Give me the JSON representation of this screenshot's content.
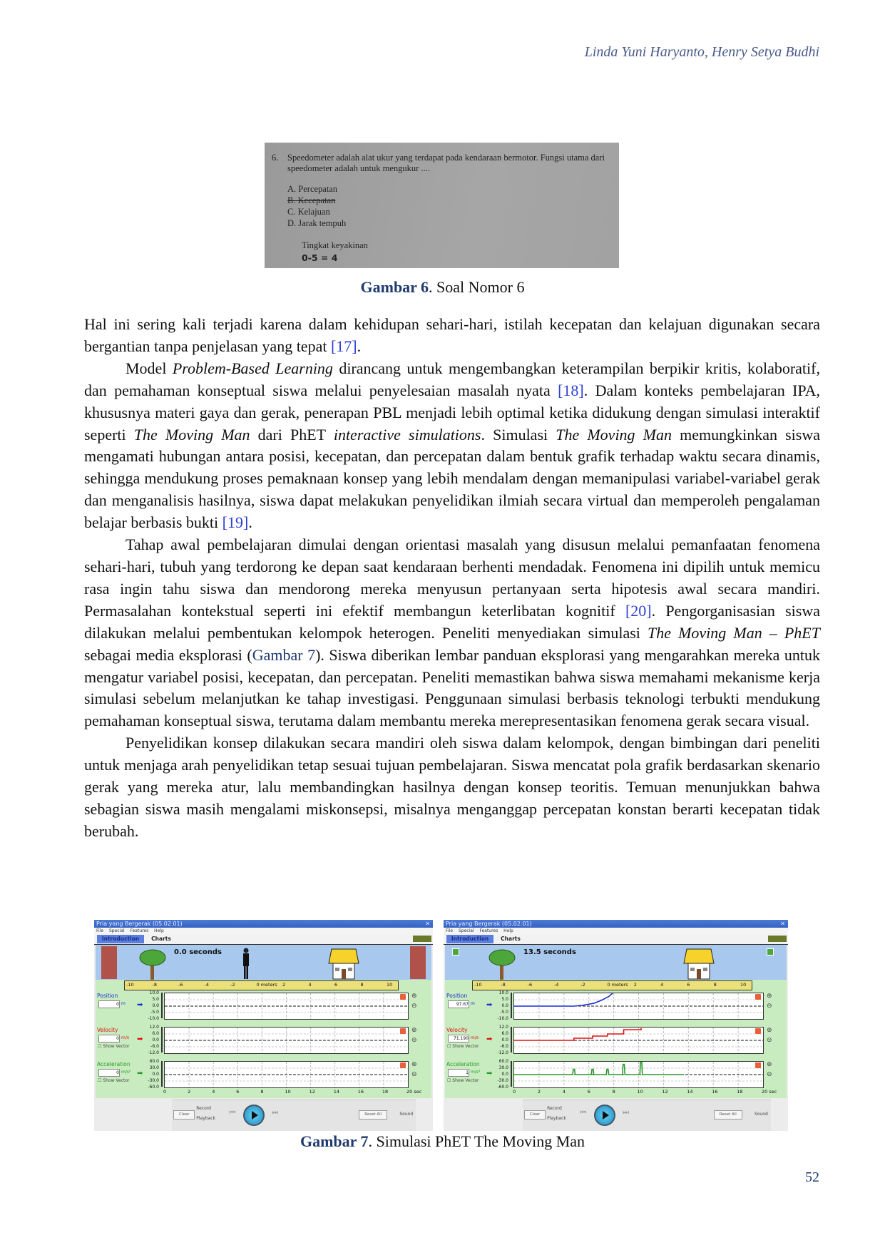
{
  "running_head": "Linda Yuni Haryanto, Henry Setya Budhi",
  "figure6": {
    "question_number": "6.",
    "question": "Speedometer adalah alat ukur yang terdapat pada kendaraan bermotor. Fungsi utama dari speedometer adalah untuk mengukur ....",
    "options": [
      "A.  Percepatan",
      "B.  Kecepatan",
      "C.  Kelajuan",
      "D.  Jarak tempuh"
    ],
    "confidence_label": "Tingkat keyakinan",
    "confidence_handwritten": "0-5 = 4",
    "caption_label": "Gambar 6",
    "caption_text": ". Soal Nomor 6"
  },
  "paragraphs": [
    {
      "indent": false,
      "segments": [
        {
          "t": "Hal ini sering kali terjadi karena dalam kehidupan sehari-hari, istilah kecepatan dan kelajuan digunakan secara bergantian tanpa penjelasan yang tepat "
        },
        {
          "t": "[17]",
          "s": "cite"
        },
        {
          "t": "."
        }
      ]
    },
    {
      "indent": true,
      "segments": [
        {
          "t": "Model "
        },
        {
          "t": "Problem-Based Learning",
          "s": "i"
        },
        {
          "t": " dirancang untuk mengembangkan keterampilan berpikir kritis, kolaboratif, dan pemahaman konseptual siswa melalui penyelesaian masalah nyata "
        },
        {
          "t": "[18]",
          "s": "cite"
        },
        {
          "t": ". Dalam konteks pembelajaran IPA, khususnya materi gaya dan gerak, penerapan PBL menjadi lebih optimal ketika didukung dengan simulasi interaktif seperti "
        },
        {
          "t": "The Moving Man",
          "s": "i"
        },
        {
          "t": " dari PhET "
        },
        {
          "t": "interactive simulations",
          "s": "i"
        },
        {
          "t": ". Simulasi "
        },
        {
          "t": "The Moving Man",
          "s": "i"
        },
        {
          "t": " memungkinkan siswa mengamati hubungan antara posisi, kecepatan, dan percepatan dalam bentuk grafik terhadap waktu secara dinamis, sehingga mendukung proses pemaknaan konsep yang lebih mendalam dengan memanipulasi variabel-variabel gerak dan menganalisis hasilnya, siswa dapat melakukan penyelidikan ilmiah secara virtual dan memperoleh pengalaman belajar berbasis bukti "
        },
        {
          "t": "[19]",
          "s": "cite"
        },
        {
          "t": "."
        }
      ]
    },
    {
      "indent": true,
      "segments": [
        {
          "t": "Tahap awal pembelajaran dimulai dengan orientasi masalah yang disusun melalui pemanfaatan fenomena sehari-hari, tubuh yang terdorong ke depan saat kendaraan berhenti mendadak. Fenomena ini dipilih untuk memicu rasa ingin tahu siswa dan mendorong mereka menyusun pertanyaan serta hipotesis awal secara mandiri. Permasalahan kontekstual seperti ini efektif membangun keterlibatan kognitif "
        },
        {
          "t": "[20]",
          "s": "cite"
        },
        {
          "t": ". Pengorganisasian siswa dilakukan melalui pembentukan kelompok heterogen. Peneliti menyediakan simulasi "
        },
        {
          "t": "The Moving Man – PhET",
          "s": "i"
        },
        {
          "t": " sebagai media eksplorasi ("
        },
        {
          "t": "Gambar 7",
          "s": "figref"
        },
        {
          "t": "). Siswa diberikan lembar panduan eksplorasi yang mengarahkan mereka untuk mengatur variabel posisi, kecepatan, dan percepatan. Peneliti memastikan bahwa siswa memahami mekanisme kerja simulasi sebelum melanjutkan ke tahap investigasi. Penggunaan simulasi berbasis teknologi terbukti mendukung pemahaman konseptual siswa, terutama dalam membantu mereka merepresentasikan fenomena gerak secara visual."
        }
      ]
    },
    {
      "indent": true,
      "segments": [
        {
          "t": "Penyelidikan konsep dilakukan secara mandiri oleh siswa dalam kelompok, dengan bimbingan dari peneliti untuk menjaga arah penyelidikan tetap sesuai tujuan pembelajaran. Siswa mencatat pola grafik berdasarkan skenario gerak yang mereka atur, lalu membandingkan hasilnya dengan konsep teoritis. Temuan menunjukkan bahwa sebagian siswa masih mengalami miskonsepsi, misalnya menganggap percepatan konstan berarti kecepatan tidak berubah."
        }
      ]
    }
  ],
  "figure7": {
    "caption_label": "Gambar 7",
    "caption_text": ". Simulasi PhET  The Moving Man",
    "sims": [
      {
        "window_title": "Pria yang Bergerak (05.02.01)",
        "menu": "File  Special Features  Help",
        "tabs": [
          "Introduction",
          "Charts"
        ],
        "time_readout": "0.0 seconds",
        "ruler_ticks": [
          "-10",
          "-8",
          "-6",
          "-4",
          "-2",
          "0 meters",
          "2",
          "4",
          "6",
          "8",
          "10"
        ],
        "graphs": [
          {
            "label": "Position",
            "value": "0",
            "unit": "m",
            "color": "#1a2fd0",
            "yticks": [
              "10.0",
              "5.0",
              "0.0",
              "-5.0",
              "-10.0"
            ],
            "ylim": [
              -10,
              10
            ],
            "show_vector": false,
            "data": []
          },
          {
            "label": "Velocity",
            "value": "0",
            "unit": "m/s",
            "color": "#e01010",
            "yticks": [
              "12.0",
              "6.0",
              "0.0",
              "-6.0",
              "-12.0"
            ],
            "ylim": [
              -12,
              12
            ],
            "show_vector": true,
            "data": []
          },
          {
            "label": "Acceleration",
            "value": "0",
            "unit": "m/s²",
            "color": "#2a9a2a",
            "yticks": [
              "60.0",
              "30.0",
              "0.0",
              "-30.0",
              "-60.0"
            ],
            "ylim": [
              -60,
              60
            ],
            "show_vector": true,
            "data": []
          }
        ],
        "time_ticks": [
          "0",
          "2",
          "4",
          "6",
          "8",
          "10",
          "12",
          "14",
          "16",
          "18",
          "20 sec"
        ],
        "show_vector_label": "Show Vector",
        "clear": "Clear",
        "record": "Record",
        "playback": "Playback",
        "reset_all": "Reset All",
        "sound": "Sound"
      },
      {
        "window_title": "Pria yang Bergerak (05.02.01)",
        "menu": "File  Special Features  Help",
        "tabs": [
          "Introduction",
          "Charts"
        ],
        "time_readout": "13.5 seconds",
        "ruler_ticks": [
          "-10",
          "-8",
          "-6",
          "-4",
          "-2",
          "0 meters",
          "2",
          "4",
          "6",
          "8",
          "10"
        ],
        "graphs": [
          {
            "label": "Position",
            "value": "97.67",
            "unit": "m",
            "color": "#1a2fd0",
            "yticks": [
              "10.0",
              "5.0",
              "0.0",
              "-5.0",
              "-10.0"
            ],
            "ylim": [
              -10,
              10
            ],
            "show_vector": false,
            "data": [
              [
                0,
                0
              ],
              [
                4.8,
                0
              ],
              [
                5.5,
                0.7
              ],
              [
                6.4,
                2.2
              ],
              [
                7.0,
                4.5
              ],
              [
                7.6,
                7.5
              ],
              [
                7.9,
                10
              ]
            ]
          },
          {
            "label": "Velocity",
            "value": "71.190",
            "unit": "m/s",
            "color": "#e01010",
            "yticks": [
              "12.0",
              "6.0",
              "0.0",
              "-6.0",
              "-12.0"
            ],
            "ylim": [
              -12,
              12
            ],
            "show_vector": true,
            "data": [
              [
                0,
                0
              ],
              [
                4.8,
                0
              ],
              [
                4.8,
                2
              ],
              [
                6.3,
                2
              ],
              [
                6.3,
                4
              ],
              [
                7.5,
                4
              ],
              [
                7.5,
                6
              ],
              [
                8.8,
                6
              ],
              [
                8.8,
                10
              ],
              [
                10.2,
                10
              ],
              [
                10.2,
                11.5
              ]
            ]
          },
          {
            "label": "Acceleration",
            "value": "1",
            "unit": "m/s²",
            "color": "#2a9a2a",
            "yticks": [
              "60.0",
              "30.0",
              "0.0",
              "-30.0",
              "-60.0"
            ],
            "ylim": [
              -60,
              60
            ],
            "show_vector": true,
            "data": [
              [
                0,
                0
              ],
              [
                4.7,
                0
              ],
              [
                4.75,
                25
              ],
              [
                4.85,
                25
              ],
              [
                4.9,
                0
              ],
              [
                6.2,
                0
              ],
              [
                6.25,
                25
              ],
              [
                6.35,
                25
              ],
              [
                6.4,
                0
              ],
              [
                7.4,
                0
              ],
              [
                7.45,
                25
              ],
              [
                7.55,
                25
              ],
              [
                7.6,
                0
              ],
              [
                8.7,
                0
              ],
              [
                8.75,
                48
              ],
              [
                8.85,
                48
              ],
              [
                8.9,
                0
              ],
              [
                10.1,
                0
              ],
              [
                10.15,
                60
              ],
              [
                10.25,
                60
              ],
              [
                10.3,
                0
              ],
              [
                13.6,
                0
              ]
            ]
          }
        ],
        "time_ticks": [
          "0",
          "2",
          "4",
          "6",
          "8",
          "10",
          "12",
          "14",
          "16",
          "18",
          "20 sec"
        ],
        "show_vector_label": "Show Vector",
        "clear": "Clear",
        "record": "Record",
        "playback": "Playback",
        "reset_all": "Reset All",
        "sound": "Sound"
      }
    ]
  },
  "page_number": "52"
}
